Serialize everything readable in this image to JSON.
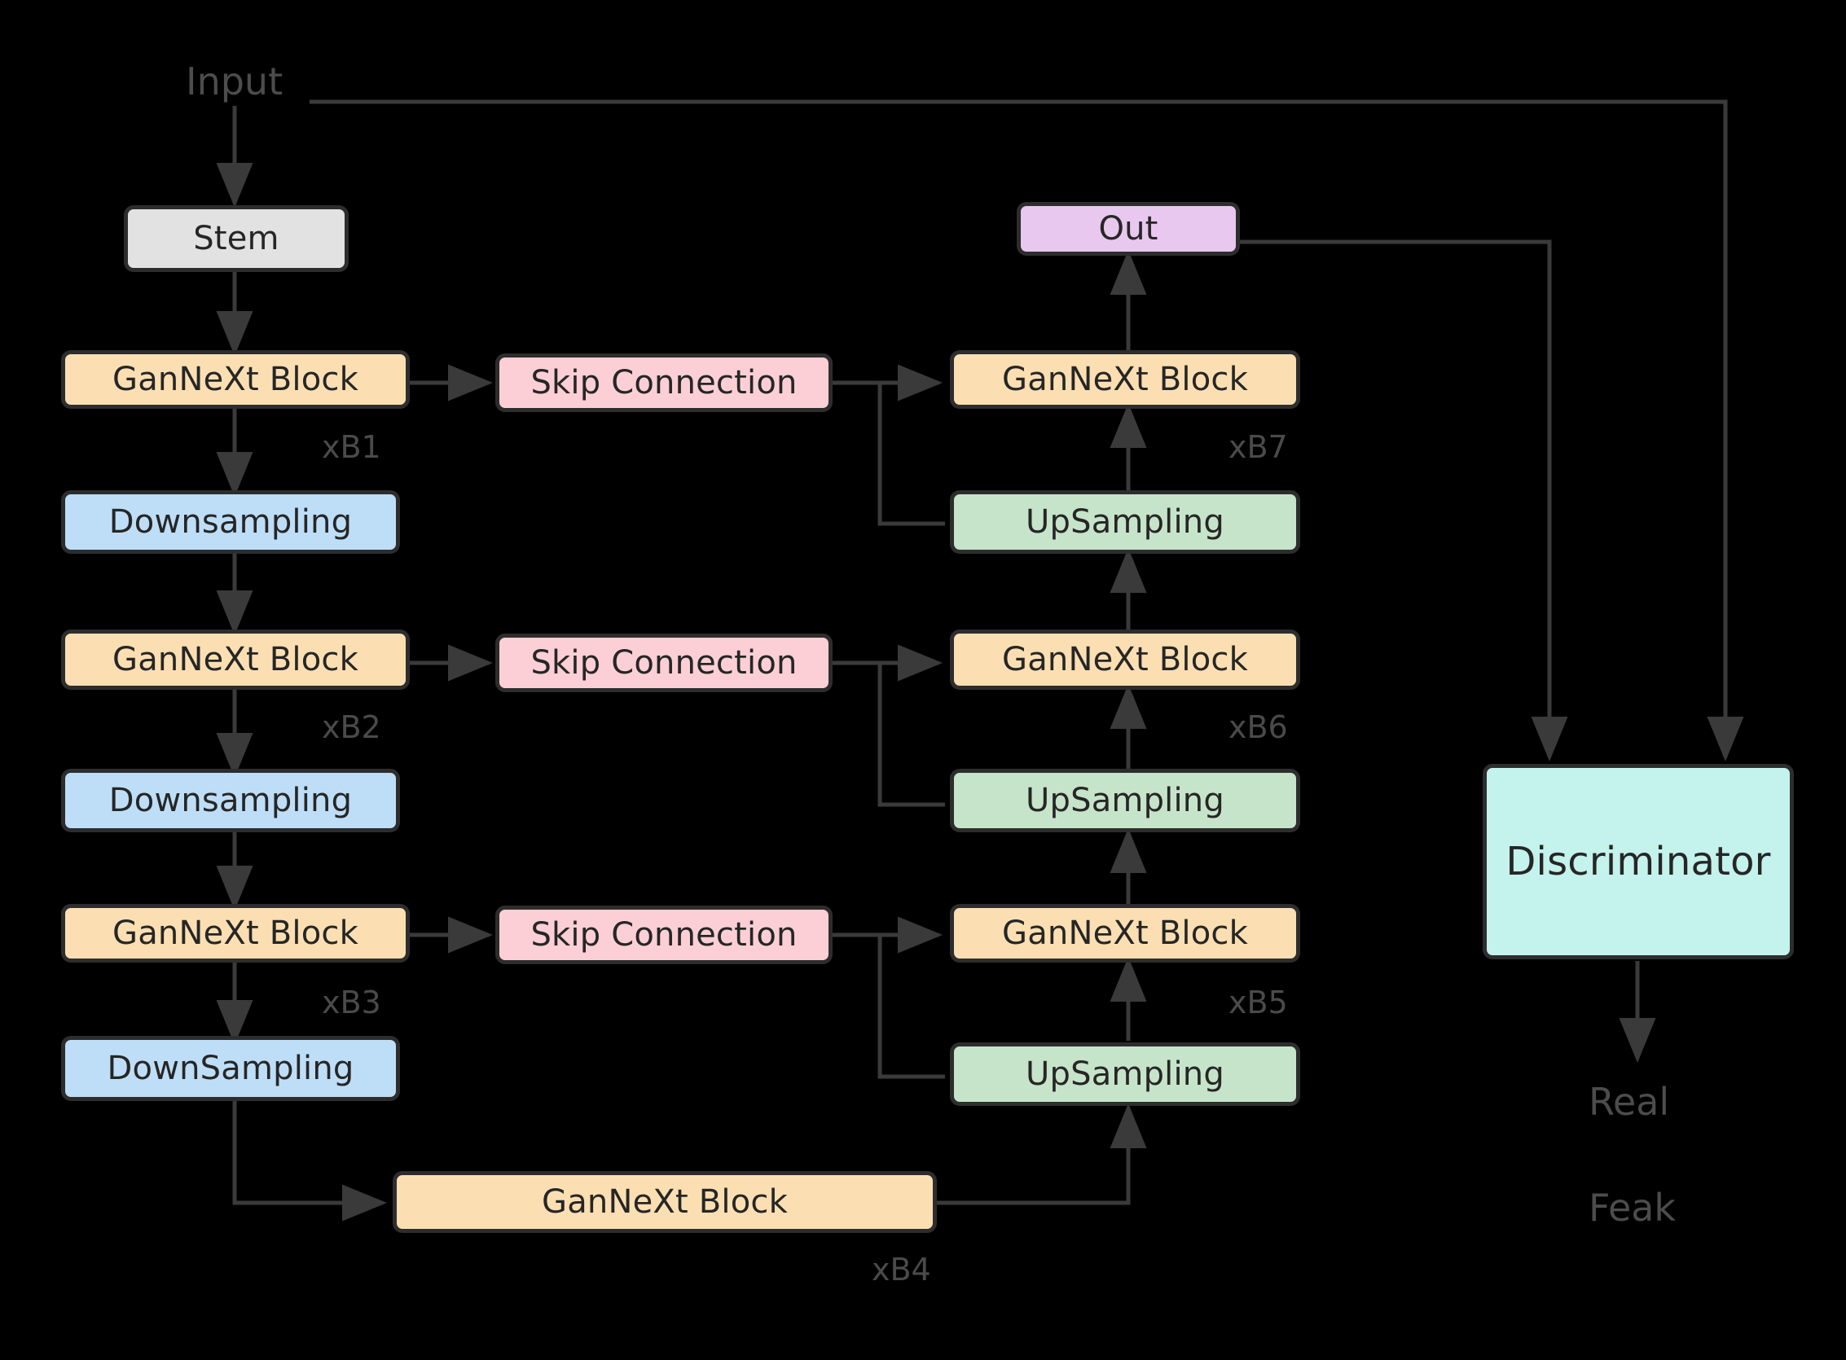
{
  "figure": {
    "background": "#000000",
    "edge_color": "#3a3a3a",
    "border_color": "#2d2d2d",
    "text_color": "#262626",
    "label_color": "#4a4a4a"
  },
  "palette": {
    "stem_gray": "#e2e2e2",
    "gannext_orange": "#fbdfb2",
    "downsample_blue": "#bedef7",
    "skip_pink": "#fbcfd5",
    "upsample_green": "#c6e4c9",
    "out_purple": "#e8c8ee",
    "discriminator_cyan": "#c4f2ec"
  },
  "nodes": {
    "stem": "Stem",
    "gannext_b1": "GanNeXt Block",
    "gannext_b2": "GanNeXt Block",
    "gannext_b3": "GanNeXt Block",
    "gannext_b4": "GanNeXt Block",
    "gannext_b5": "GanNeXt Block",
    "gannext_b6": "GanNeXt Block",
    "gannext_b7": "GanNeXt Block",
    "downsampling_1": "Downsampling",
    "downsampling_2": "Downsampling",
    "downsampling_3": "DownSampling",
    "skip_1": "Skip Connection",
    "skip_2": "Skip Connection",
    "skip_3": "Skip Connection",
    "upsampling_1": "UpSampling",
    "upsampling_2": "UpSampling",
    "upsampling_3": "UpSampling",
    "out": "Out",
    "discriminator": "Discriminator"
  },
  "labels": {
    "input": "Input",
    "xb1": "xB1",
    "xb2": "xB2",
    "xb3": "xB3",
    "xb4": "xB4",
    "xb5": "xB5",
    "xb6": "xB6",
    "xb7": "xB7",
    "real": "Real",
    "feak": "Feak"
  }
}
